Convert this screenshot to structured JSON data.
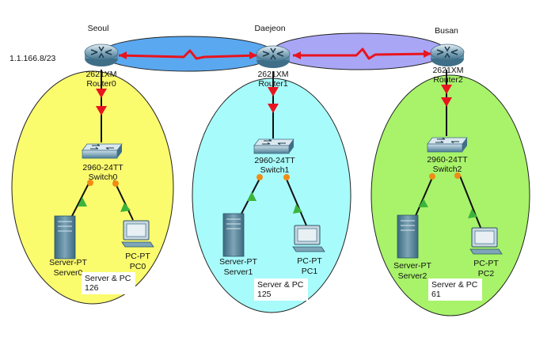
{
  "sites": [
    {
      "name": "Seoul",
      "fill": "#fbfb6e",
      "router": {
        "model": "2621XM",
        "name": "Router0"
      },
      "switch": {
        "model": "2960-24TT",
        "name": "Switch0"
      },
      "server": {
        "model": "Server-PT",
        "name": "Server0"
      },
      "pc": {
        "model": "PC-PT",
        "name": "PC0"
      },
      "note": {
        "line1": "Server & PC",
        "line2": "126"
      }
    },
    {
      "name": "Daejeon",
      "fill": "#a8fbfb",
      "router": {
        "model": "2621XM",
        "name": "Router1"
      },
      "switch": {
        "model": "2960-24TT",
        "name": "Switch1"
      },
      "server": {
        "model": "Server-PT",
        "name": "Server1"
      },
      "pc": {
        "model": "PC-PT",
        "name": "PC1"
      },
      "note": {
        "line1": "Server & PC",
        "line2": "125"
      }
    },
    {
      "name": "Busan",
      "fill": "#a8f36a",
      "router": {
        "model": "2621XM",
        "name": "Router2"
      },
      "switch": {
        "model": "2960-24TT",
        "name": "Switch2"
      },
      "server": {
        "model": "Server-PT",
        "name": "Server2"
      },
      "pc": {
        "model": "PC-PT",
        "name": "PC2"
      },
      "note": {
        "line1": "Server & PC",
        "line2": "61"
      }
    }
  ],
  "wan_links": [
    {
      "from": "Router0",
      "to": "Router1",
      "fill": "#5aa8f0"
    },
    {
      "from": "Router1",
      "to": "Router2",
      "fill": "#aaa6f6"
    }
  ],
  "address_label": "1.1.166.8/23",
  "colors": {
    "serial_link": "#e8141e",
    "ethernet_link": "#111111",
    "port_up": "#3cb43c",
    "port_blocked": "#f08c14",
    "router": "#5c8ea8",
    "switch": "#4a7f9a"
  }
}
